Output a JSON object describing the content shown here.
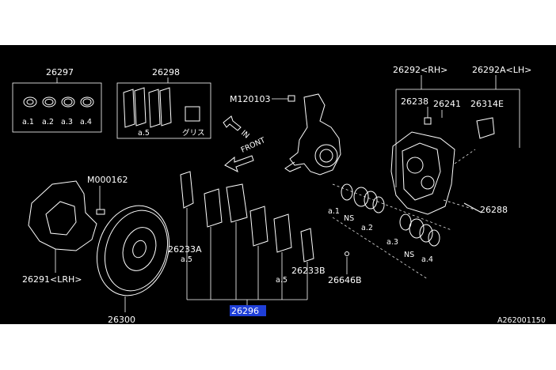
{
  "diagram": {
    "labels": {
      "p26297": "26297",
      "p26298": "26298",
      "grease": "グリス",
      "m120103": "M120103",
      "m000162": "M000162",
      "front": "FRONT",
      "in": "IN",
      "p26292rh": "26292<RH>",
      "p26292alh": "26292A<LH>",
      "p26238": "26238",
      "p26241": "26241",
      "p26314e": "26314E",
      "p26288": "26288",
      "p26233a": "26233A",
      "p26233b": "26233B",
      "p26646b": "26646B",
      "p26291": "26291<LRH>",
      "p26300": "26300",
      "p26296": "26296",
      "code": "A262001150"
    },
    "small": {
      "a1": "a.1",
      "a2": "a.2",
      "a3": "a.3",
      "a4": "a.4",
      "a5": "a.5",
      "ns": "NS"
    }
  }
}
